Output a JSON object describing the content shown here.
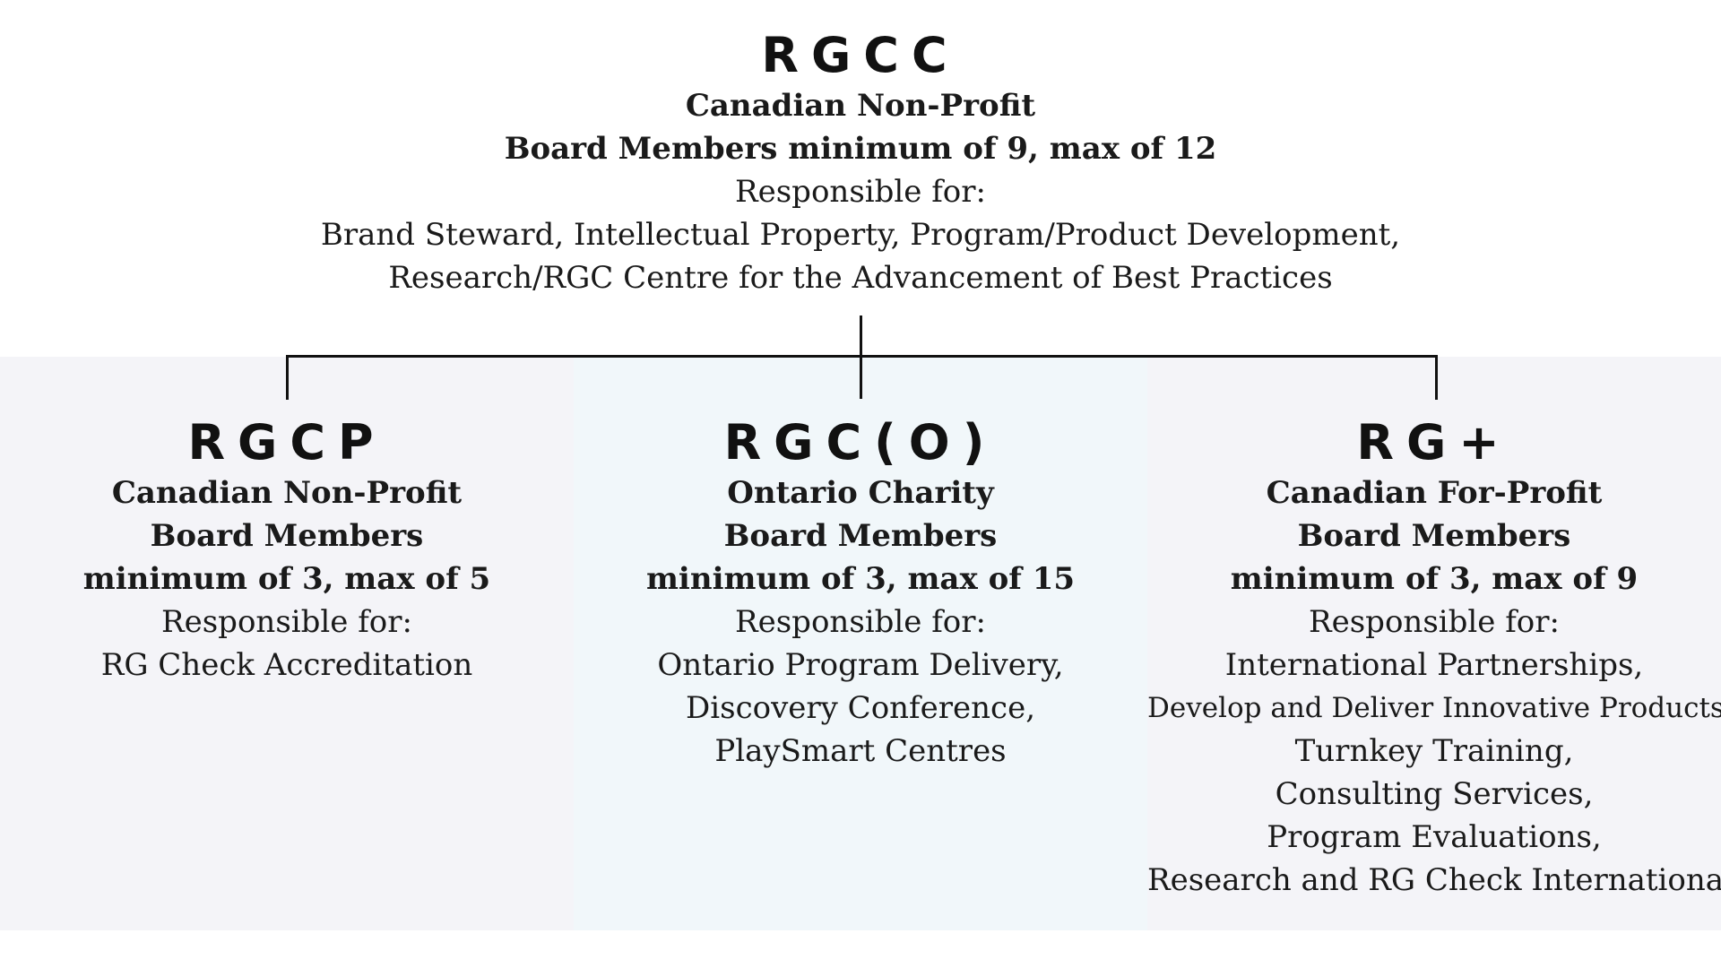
{
  "root": {
    "title": "RGCC",
    "type": "Canadian Non-Profit",
    "board": "Board Members minimum of 9, max of 12",
    "responsible_label": "Responsible for:",
    "responsibilities": [
      "Brand Steward, Intellectual Property, Program/Product Development,",
      "Research/RGC Centre for the Advancement of Best Practices"
    ]
  },
  "children": [
    {
      "title": "RGCP",
      "type": "Canadian Non-Profit",
      "board_line1": "Board Members",
      "board_line2": "minimum of 3, max of 5",
      "responsible_label": "Responsible for:",
      "responsibilities": [
        "RG Check Accreditation"
      ]
    },
    {
      "title": "RGC(O)",
      "type": "Ontario Charity",
      "board_line1": "Board Members",
      "board_line2": "minimum of 3, max of 15",
      "responsible_label": "Responsible for:",
      "responsibilities": [
        "Ontario Program Delivery,",
        "Discovery Conference,",
        "PlaySmart Centres"
      ]
    },
    {
      "title": "RG+",
      "type": "Canadian For-Profit",
      "board_line1": "Board Members",
      "board_line2": "minimum of 3, max of 9",
      "responsible_label": "Responsible for:",
      "responsibilities": [
        "International Partnerships,",
        "Develop and Deliver Innovative Products,",
        "Turnkey Training,",
        "Consulting Services,",
        "Program Evaluations,",
        "Research and RG Check International"
      ]
    }
  ],
  "colors": {
    "panel_side": "#f4f4f8",
    "panel_middle": "#f1f7fa",
    "text": "#1a1a1a",
    "connector": "#111111"
  }
}
